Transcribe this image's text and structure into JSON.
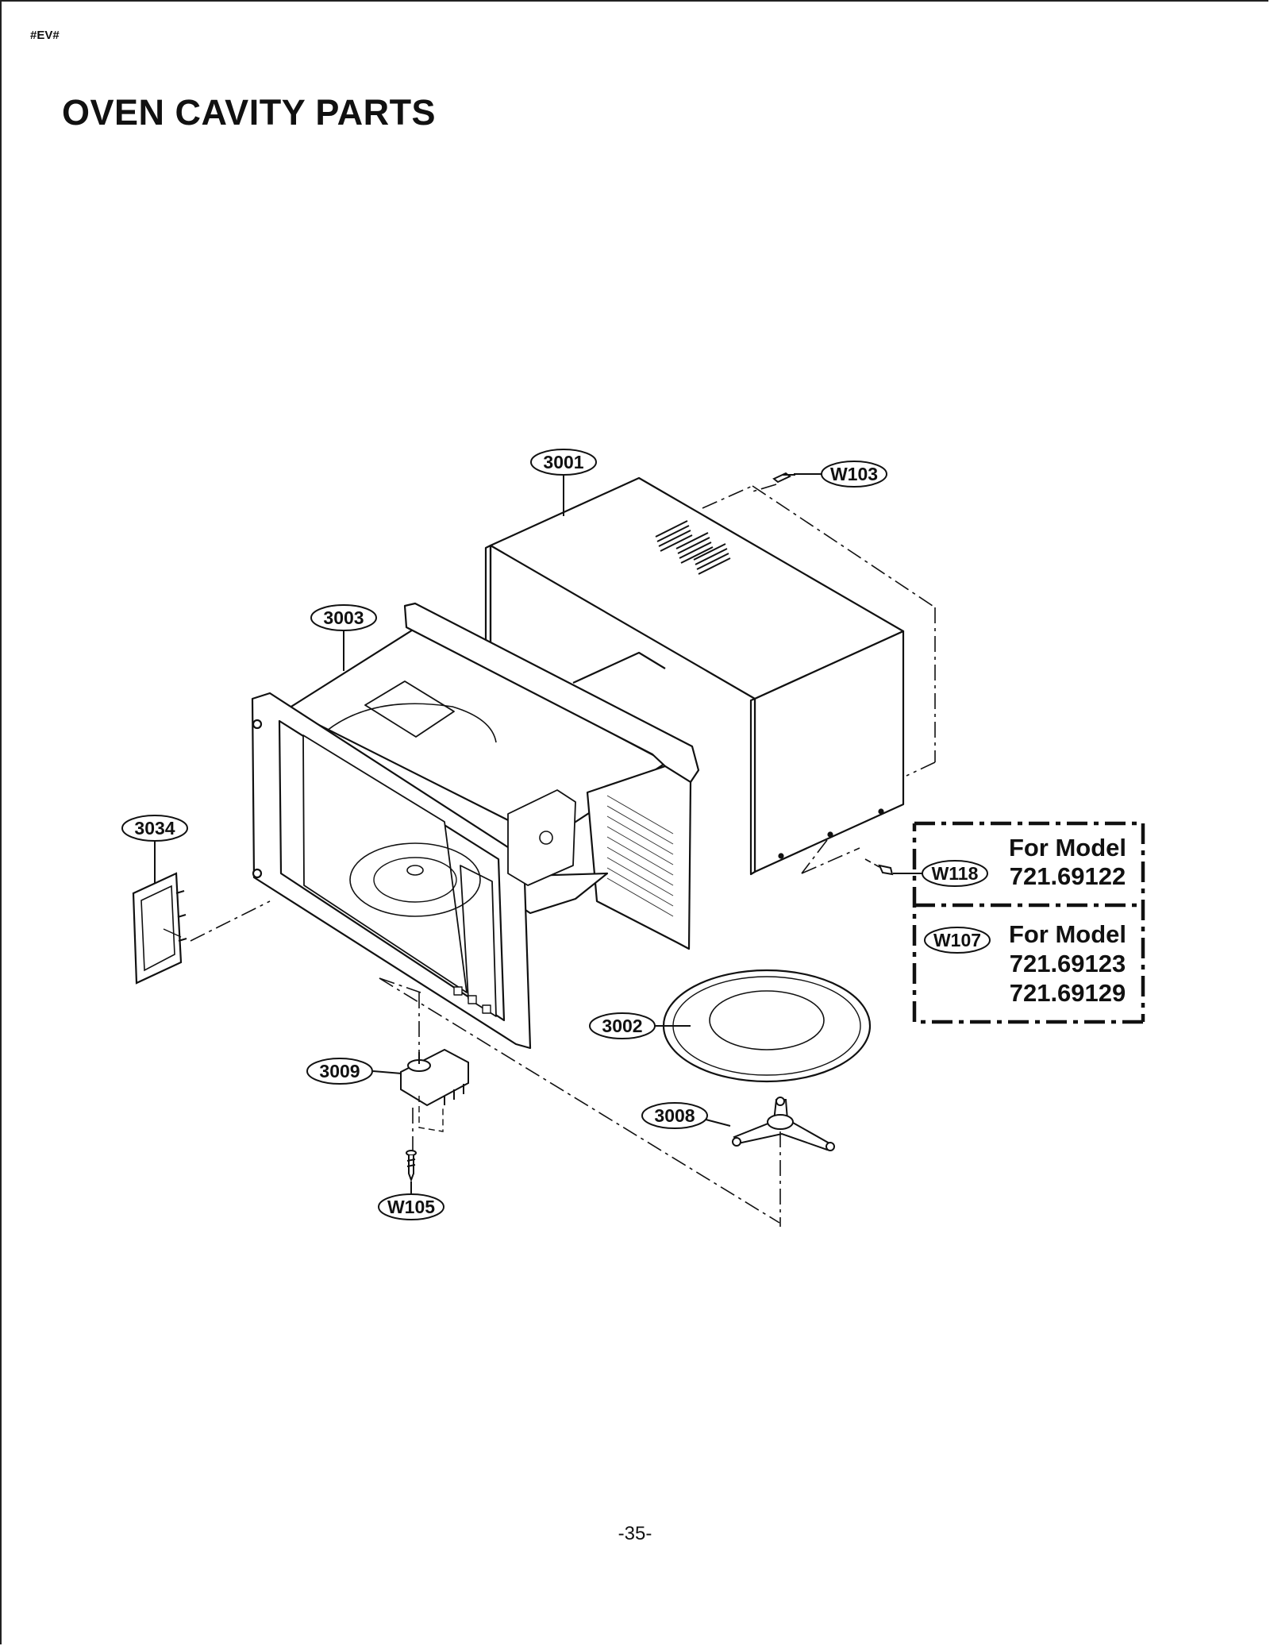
{
  "header": {
    "doc_code": "#EV#",
    "title": "OVEN CAVITY PARTS"
  },
  "footer": {
    "page_number": "-35-"
  },
  "callouts": {
    "c3001": "3001",
    "c3003": "3003",
    "c3034": "3034",
    "c3002": "3002",
    "c3009": "3009",
    "c3008": "3008",
    "w103": "W103",
    "w118": "W118",
    "w107": "W107",
    "w105": "W105"
  },
  "model_notes": {
    "note1": {
      "heading": "For Model",
      "models": [
        "721.69122"
      ]
    },
    "note2": {
      "heading": "For Model",
      "models": [
        "721.69123",
        "721.69129"
      ]
    }
  }
}
